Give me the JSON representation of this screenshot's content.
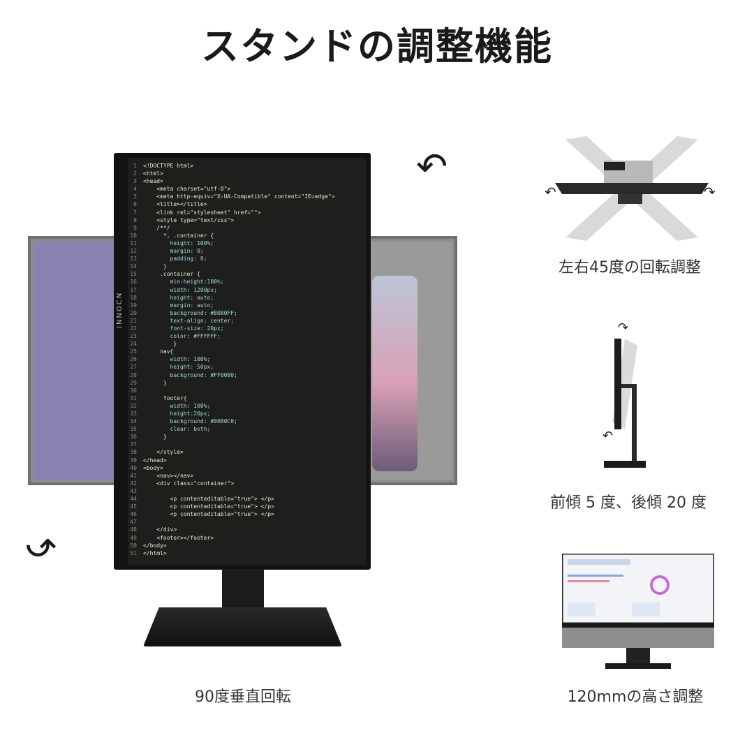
{
  "title": "スタンドの調整機能",
  "brand": "INNOCN",
  "captions": {
    "rotate": "90度垂直回転",
    "swivel": "左右45度の回転調整",
    "tilt": "前傾 5 度、後傾 20 度",
    "height": "120mmの高さ調整"
  },
  "code_lines": [
    "<!DOCTYPE html>",
    "<html>",
    "<head>",
    "    <meta charset=\"utf-8\">",
    "    <meta http-equiv=\"X-UA-Compatible\" content=\"IE=edge\">",
    "    <title></title>",
    "    <link rel=\"stylesheet\" href=\"\">",
    "    <style type=\"text/css\">",
    "    /**/",
    "      *, .container {",
    "        height: 100%;",
    "        margin: 0;",
    "        padding: 0;",
    "      }",
    "     .container {",
    "        min-height:100%;",
    "        width: 1200px;",
    "        height: auto;",
    "        margin: auto;",
    "        background: #8080FF;",
    "        text-align: center;",
    "        font-size: 20px;",
    "        color: #FFFFFF;",
    "         }",
    "     nav{",
    "        width: 100%;",
    "        height: 50px;",
    "        background: #FF0080;",
    "      }",
    "",
    "      footer{",
    "        width: 100%;",
    "        height:20px;",
    "        background: #0080C0;",
    "        clear: both;",
    "      }",
    "",
    "    </style>",
    "</head>",
    "<body>",
    "    <nav></nav>",
    "    <div class=\"container\">",
    "",
    "        <p contenteditable=\"true\"> </p>",
    "        <p contenteditable=\"true\"> </p>",
    "        <p contenteditable=\"true\"> </p>",
    "",
    "    </div>",
    "    <footer></footer>",
    "</body>",
    "</html>"
  ]
}
